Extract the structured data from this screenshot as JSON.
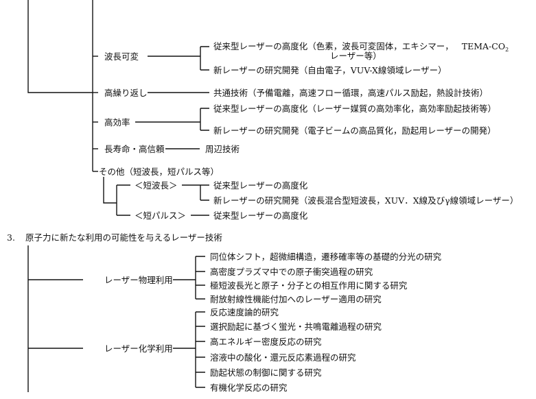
{
  "section2": {
    "categories": {
      "tunable": "波長可変",
      "high_rep": "高繰り返し",
      "high_eff": "高効率",
      "long_life": "長寿命・高信頼",
      "other": "その他（短波長，短パルス等）"
    },
    "sub_categories": {
      "short_wave": "＜短波長＞",
      "short_pulse": "＜短パルス＞"
    },
    "items": {
      "tunable_1": "従来型レーザーの高度化（色素，波長可変固体，エキシマー，",
      "tunable_1_tema": "TEMA-CO",
      "tunable_1_sub": "2",
      "tunable_1_cont": "レーザー等）",
      "tunable_2": "新レーザーの研究開発（自由電子，VUV-X線領域レーザー）",
      "high_rep_1": "共通技術（予備電離，高速フロー循環，高速パルス励起，熱設計技術）",
      "high_eff_1": "従来型レーザーの高度化（レーザー媒質の高効率化，高効率励起技術等）",
      "high_eff_2": "新レーザーの研究開発（電子ビームの高品質化，励起用レーザーの開発）",
      "long_life_1": "周辺技術",
      "short_wave_1": "従来型レーザーの高度化",
      "short_wave_2": "新レーザーの研究開発（波長混合型短波長，XUV．X線及びγ線領域レーザー）",
      "short_pulse_1": "従来型レーザーの高度化"
    }
  },
  "section3": {
    "number": "3.",
    "title": "原子力に新たな利用の可能性を与えるレーザー技術",
    "categories": {
      "physics": "レーザー物理利用",
      "chemistry": "レーザー化学利用"
    },
    "physics_items": [
      "同位体シフト，超微細構造，遷移確率等の基礎的分光の研究",
      "高密度プラズマ中での原子衝突過程の研究",
      "極短波長光と原子・分子との相互作用に関する研究",
      "耐放射線性機能付加へのレーザー適用の研究"
    ],
    "chemistry_items": [
      "反応速度論的研究",
      "選択励起に基づく蛍光・共鳴電離過程の研究",
      "高エネルギー密度反応の研究",
      "溶液中の酸化・還元反応素過程の研究",
      "励起状態の制御に関する研究",
      "有機化学反応の研究"
    ]
  }
}
